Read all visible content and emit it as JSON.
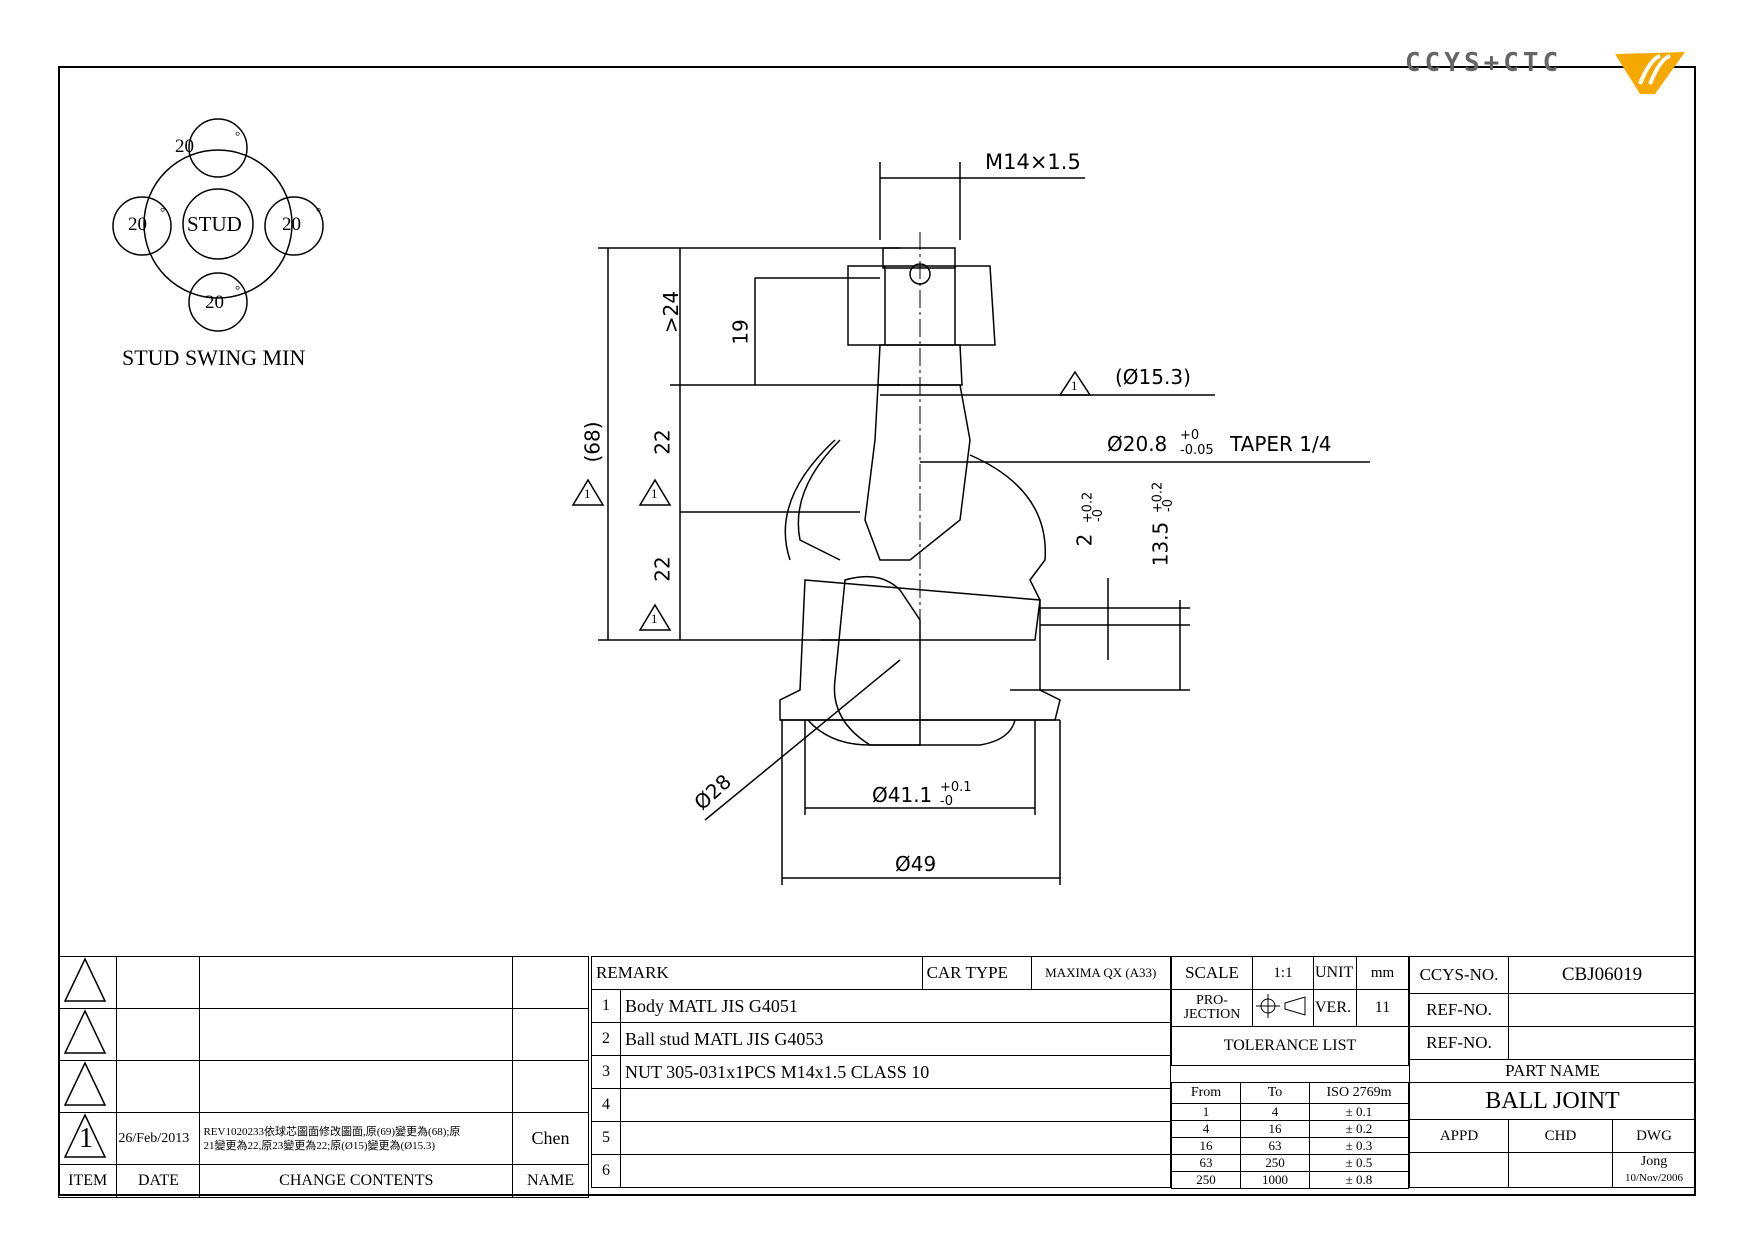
{
  "logo": {
    "text": "CCYS+CTC",
    "mark": "logo-mark"
  },
  "swing": {
    "center": "STUD",
    "angles": [
      "20",
      "20",
      "20",
      "20"
    ],
    "degree": "°",
    "caption": "STUD SWING MIN"
  },
  "dims": {
    "thread": "M14×1.5",
    "d15": "(Ø15.3)",
    "taper": "Ø20.8",
    "taper_tol_up": "+0",
    "taper_tol_dn": "-0.05",
    "taper_note": "TAPER 1/4",
    "h68": "(68)",
    "h24": ">24",
    "h19": "19",
    "h22a": "22",
    "h22b": "22",
    "d2": "2",
    "d2_tol_up": "+0.2",
    "d2_tol_dn": "-0",
    "d135": "13.5",
    "d135_tol_up": "+0.2",
    "d135_tol_dn": "-0",
    "d28": "Ø28",
    "d41": "Ø41.1",
    "d41_tol_up": "+0.1",
    "d41_tol_dn": "-0",
    "d49": "Ø49",
    "rev_mark": "1"
  },
  "revision": {
    "item": "1",
    "date": "26/Feb/2013",
    "contents_line1": "REV1020233依球芯圖面修改圖面,原(69)變更為(68);原",
    "contents_line2": "21變更為22,原23變更為22;原(Ø15)變更為(Ø15.3)",
    "name": "Chen",
    "headers": {
      "item": "ITEM",
      "date": "DATE",
      "contents": "CHANGE CONTENTS",
      "name": "NAME"
    }
  },
  "remarks": {
    "header": "REMARK",
    "car_type_label": "CAR TYPE",
    "car_type": "MAXIMA QX (A33)",
    "rows": [
      {
        "no": "1",
        "text": "Body MATL JIS G4051"
      },
      {
        "no": "2",
        "text": "Ball stud MATL JIS G4053"
      },
      {
        "no": "3",
        "text": "NUT 305-031x1PCS M14x1.5 CLASS 10"
      },
      {
        "no": "4",
        "text": ""
      },
      {
        "no": "5",
        "text": ""
      },
      {
        "no": "6",
        "text": ""
      }
    ]
  },
  "info": {
    "scale_label": "SCALE",
    "scale": "1:1",
    "unit_label": "UNIT",
    "unit": "mm",
    "projection_label_1": "PRO-",
    "projection_label_2": "JECTION",
    "ver_label": "VER.",
    "ver": "11",
    "tolerance_title": "TOLERANCE LIST",
    "tol_headers": [
      "From",
      "To",
      "ISO 2769m"
    ],
    "tolerances": [
      [
        "1",
        "4",
        "± 0.1"
      ],
      [
        "4",
        "16",
        "± 0.2"
      ],
      [
        "16",
        "63",
        "± 0.3"
      ],
      [
        "63",
        "250",
        "± 0.5"
      ],
      [
        "250",
        "1000",
        "± 0.8"
      ]
    ],
    "ccys_no_label": "CCYS-NO.",
    "ccys_no": "CBJ06019",
    "ref_no_label": "REF-NO.",
    "part_name_label": "PART NAME",
    "part_name": "BALL JOINT",
    "appd": "APPD",
    "chd": "CHD",
    "dwg": "DWG",
    "drawn_by": "Jong",
    "drawn_date": "10/Nov/2006"
  }
}
